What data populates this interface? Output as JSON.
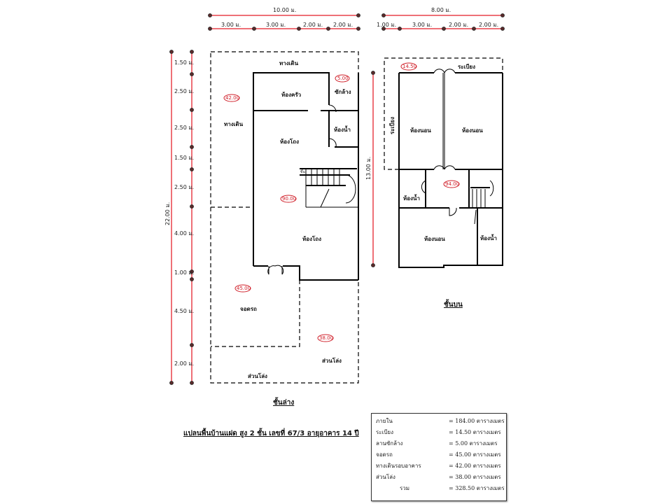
{
  "top_dims_lower": {
    "total": "10.00 ม.",
    "segments": [
      "3.00 ม.",
      "3.00 ม.",
      "2.00 ม.",
      "2.00 ม."
    ]
  },
  "top_dims_upper": {
    "total": "8.00 ม.",
    "segments": [
      "1.00 ม.",
      "3.00 ม.",
      "2.00 ม.",
      "2.00 ม."
    ]
  },
  "left_dims": {
    "total": "22.00 ม.",
    "segments": [
      "1.50 ม.",
      "2.50 ม.",
      "2.50 ม.",
      "1.50 ม.",
      "2.50 ม.",
      "4.00 ม.",
      "1.00 ม.",
      "4.50 ม.",
      "2.00 ม."
    ]
  },
  "upper_height_dim": "13.00 ม.",
  "lower_floor": {
    "title": "ชั้นล่าง",
    "rooms": {
      "walkway_top": "ทางเดิน",
      "walkway_side": "ทางเดิน",
      "kitchen": "ห้องครัว",
      "laundry": "ซักล้าง",
      "bathroom": "ห้องน้ำ",
      "hall_upper": "ห้องโถง",
      "hall_lower": "ห้องโถง",
      "carport": "จอดรถ",
      "open_right": "ส่วนโล่ง",
      "open_bottom": "ส่วนโล่ง",
      "stair_up": "ขึ้น"
    },
    "areas": {
      "walkway": "42.00",
      "laundry": "5.00",
      "interior": "90.00",
      "carport": "45.00",
      "open": "38.00"
    }
  },
  "upper_floor": {
    "title": "ชั้นบน",
    "rooms": {
      "balcony_top": "ระเบียง",
      "balcony_side": "ระเบียง",
      "bedroom1": "ห้องนอน",
      "bedroom2": "ห้องนอน",
      "bedroom3": "ห้องนอน",
      "bathroom1": "ห้องน้ำ",
      "bathroom2": "ห้องน้ำ"
    },
    "areas": {
      "balcony": "14.50",
      "interior": "94.00"
    }
  },
  "plan_title": "แปลนพื้นบ้านแฝด สูง 2 ชั้น เลขที่ 67/3 อายุอาคาร 14 ปี",
  "area_summary": [
    {
      "label": "ภายใน",
      "value": "= 184.00 ตารางเมตร"
    },
    {
      "label": "ระเบียง",
      "value": "=   14.50 ตารางเมตร"
    },
    {
      "label": "ลานซักล้าง",
      "value": "=     5.00 ตารางเมตร"
    },
    {
      "label": "จอดรถ",
      "value": "=   45.00 ตารางเมตร"
    },
    {
      "label": "ทางเดินรอบอาคาร",
      "value": "=   42.00 ตารางเมตร"
    },
    {
      "label": "ส่วนโล่ง",
      "value": "=   38.00 ตารางเมตร"
    },
    {
      "label": "รวม",
      "value": "= 328.50 ตารางเมตร"
    }
  ]
}
